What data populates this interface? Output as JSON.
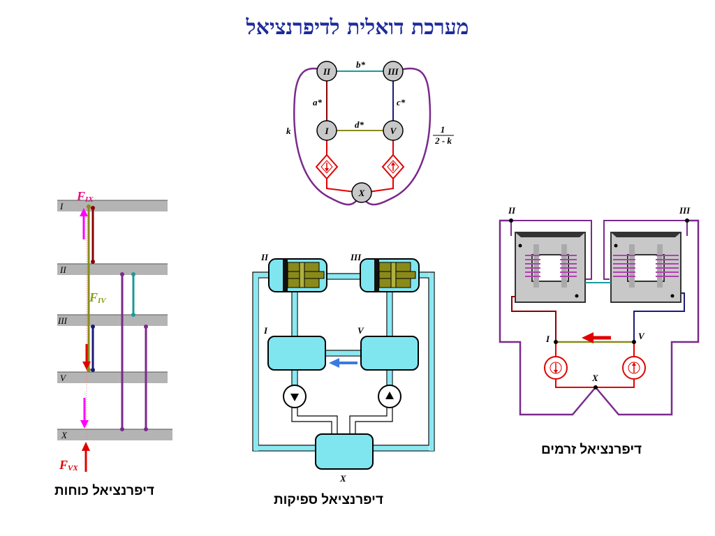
{
  "title": "מערכת דואלית לדיפרנציאל",
  "captions": {
    "forces": "דיפרנציאל כוחות",
    "flows": "דיפרנציאל ספיקות",
    "currents": "דיפרנציאל זרמים"
  },
  "graph": {
    "nodes": [
      "II",
      "III",
      "I",
      "V",
      "X"
    ],
    "edges": [
      "b*",
      "a*",
      "c*",
      "d*"
    ],
    "loop_left": "k",
    "loop_right_num": "1",
    "loop_right_den": "2 - k"
  },
  "forces_panel": {
    "levels": [
      "I",
      "II",
      "III",
      "V",
      "X"
    ],
    "f_ix": "F",
    "f_ix_sub": "IX",
    "f_iv": "F",
    "f_iv_sub": "IV",
    "f_vx": "F",
    "f_vx_sub": "VX"
  },
  "flows_panel": {
    "labels": [
      "II",
      "III",
      "I",
      "V",
      "X"
    ]
  },
  "currents_panel": {
    "labels": [
      "II",
      "III",
      "I",
      "V",
      "X"
    ]
  },
  "colors": {
    "title": "#1c2a9c",
    "purple": "#7a2a8c",
    "red": "#e00000",
    "teal": "#1a9a9a",
    "olive": "#8a8a1a",
    "dark_red": "#8b0000",
    "navy": "#1a1a7a",
    "magenta": "#ff00ff",
    "cyan_fill": "#7fe6f0",
    "blue_arrow": "#3a7ae0"
  }
}
